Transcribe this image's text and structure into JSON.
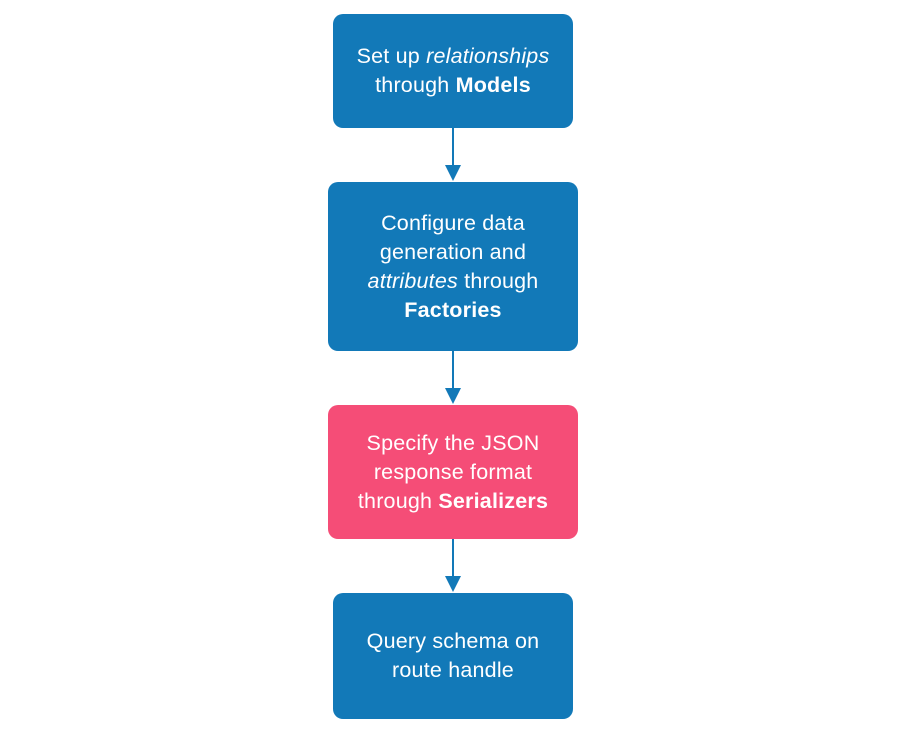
{
  "diagram": {
    "colors": {
      "blue": "#1279b8",
      "pink": "#f54d77",
      "arrow": "#1279b8",
      "text": "#ffffff",
      "background": "#ffffff"
    },
    "nodes": [
      {
        "name": "models",
        "fill": "#1279b8",
        "lines": [
          {
            "segments": [
              {
                "text": "Set up ",
                "style": "normal"
              },
              {
                "text": "relationships",
                "style": "italic"
              }
            ]
          },
          {
            "segments": [
              {
                "text": "through ",
                "style": "normal"
              },
              {
                "text": "Models",
                "style": "bold"
              }
            ]
          }
        ]
      },
      {
        "name": "factories",
        "fill": "#1279b8",
        "lines": [
          {
            "segments": [
              {
                "text": "Configure data",
                "style": "normal"
              }
            ]
          },
          {
            "segments": [
              {
                "text": "generation and",
                "style": "normal"
              }
            ]
          },
          {
            "segments": [
              {
                "text": "attributes",
                "style": "italic"
              },
              {
                "text": " through",
                "style": "normal"
              }
            ]
          },
          {
            "segments": [
              {
                "text": "Factories",
                "style": "bold"
              }
            ]
          }
        ]
      },
      {
        "name": "serializers",
        "fill": "#f54d77",
        "lines": [
          {
            "segments": [
              {
                "text": "Specify the JSON",
                "style": "normal"
              }
            ]
          },
          {
            "segments": [
              {
                "text": "response format",
                "style": "normal"
              }
            ]
          },
          {
            "segments": [
              {
                "text": "through ",
                "style": "normal"
              },
              {
                "text": "Serializers",
                "style": "bold"
              }
            ]
          }
        ]
      },
      {
        "name": "route-handle",
        "fill": "#1279b8",
        "lines": [
          {
            "segments": [
              {
                "text": "Query schema on",
                "style": "normal"
              }
            ]
          },
          {
            "segments": [
              {
                "text": "route handle",
                "style": "normal"
              }
            ]
          }
        ]
      }
    ],
    "connectors": [
      {
        "from": "models",
        "to": "factories"
      },
      {
        "from": "factories",
        "to": "serializers"
      },
      {
        "from": "serializers",
        "to": "route-handle"
      }
    ]
  }
}
